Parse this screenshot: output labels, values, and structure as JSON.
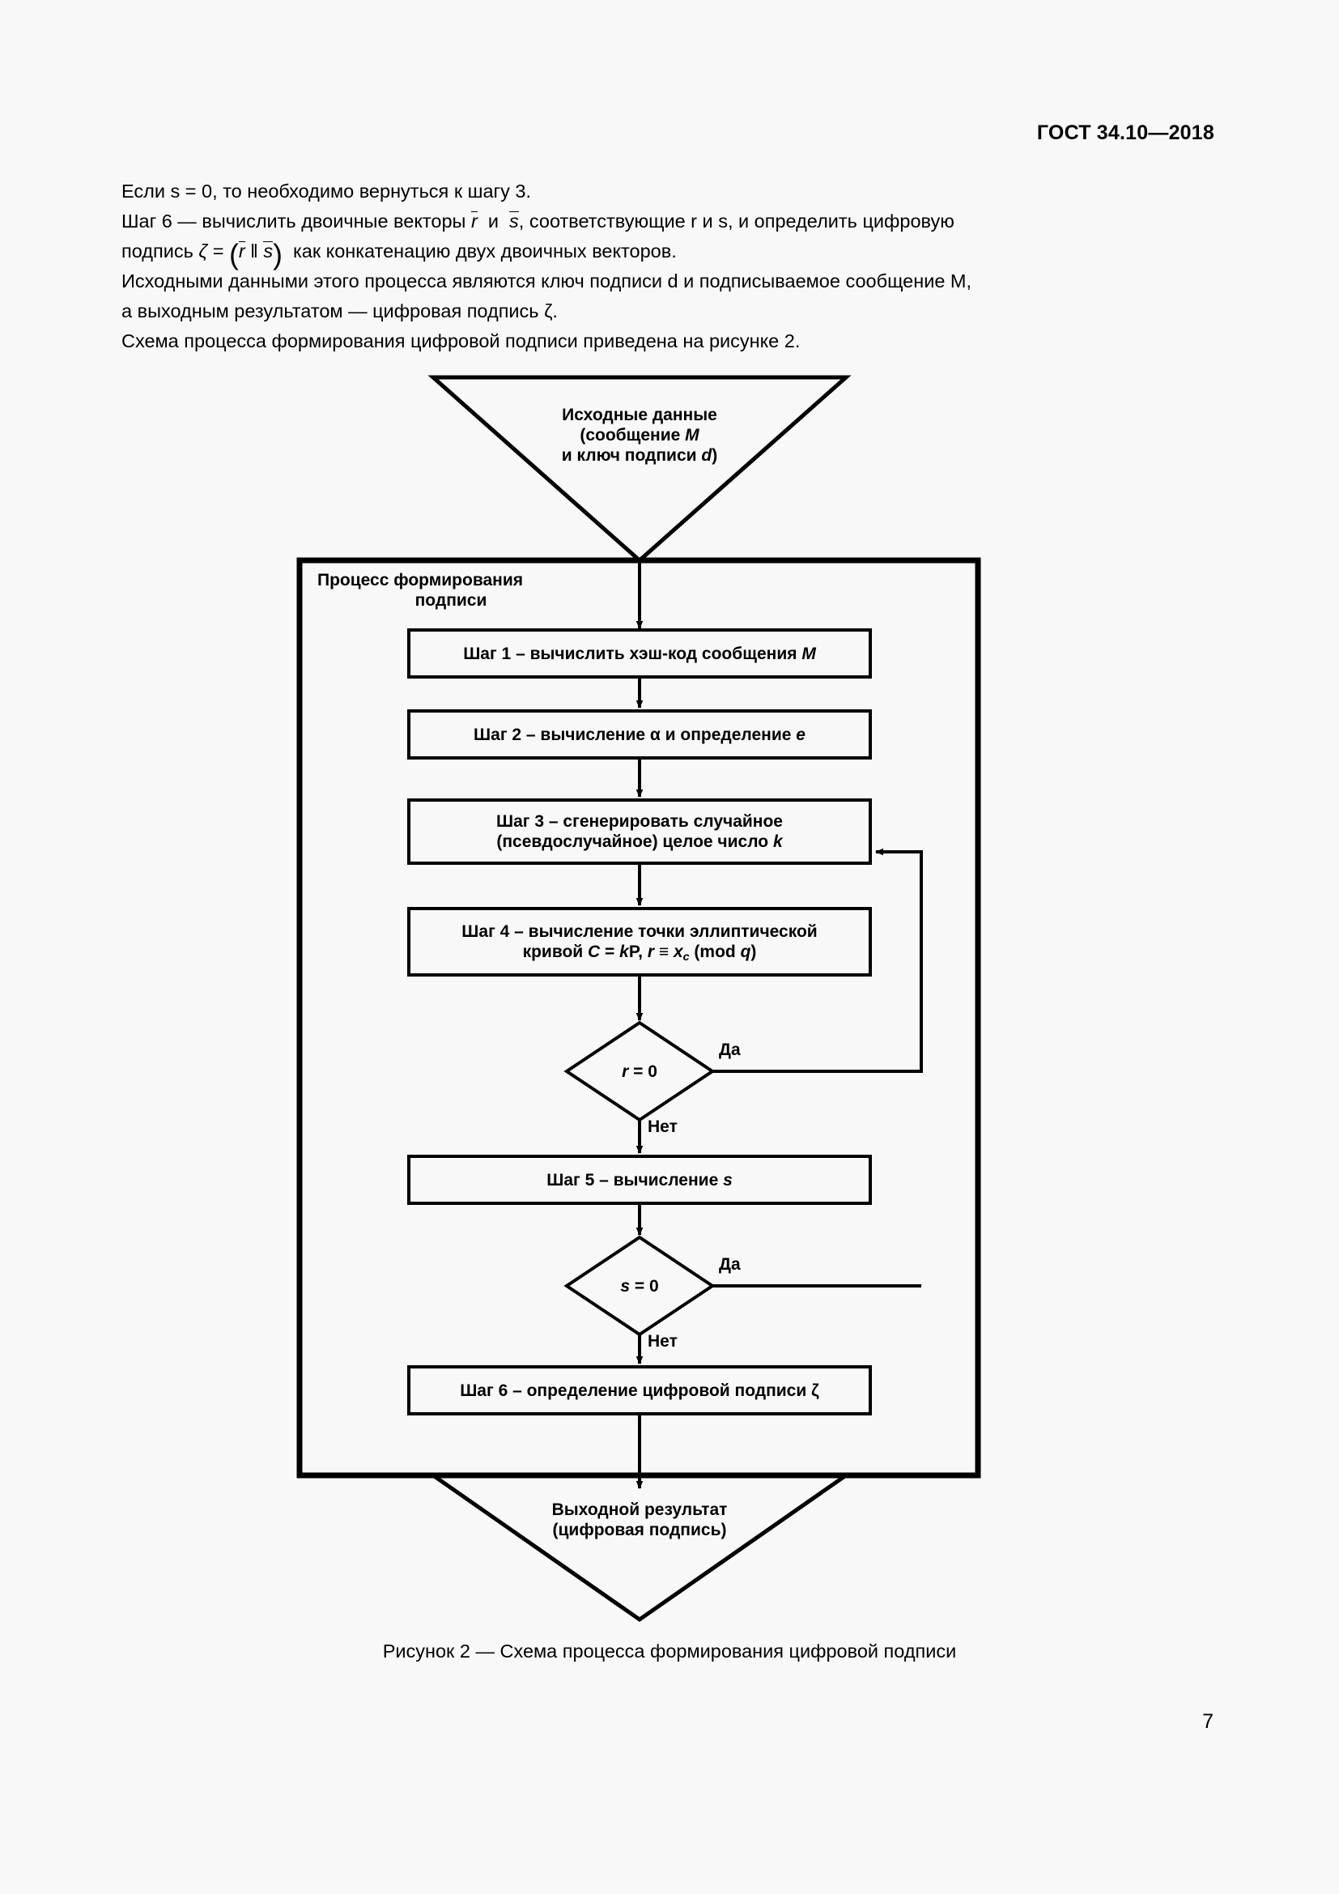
{
  "header": {
    "standard_code": "ГОСТ 34.10—2018"
  },
  "body": {
    "line_1": "Если s = 0, то необходимо вернуться к шагу 3.",
    "line_2_a": "Шаг 6 — вычислить двоичные векторы",
    "line_2_r": "r",
    "line_2_and": "и",
    "line_2_s": "s",
    "line_2_b": ", соответствующие r и s, и определить цифровую",
    "line_3_a": "подпись",
    "line_3_zeta": "ζ",
    "line_3_eq": "=",
    "line_3_rbar": "r",
    "line_3_bars": "‖",
    "line_3_sbar": "s",
    "line_3_b": "как конкатенацию двух двоичных векторов.",
    "line_4": "Исходными данными этого процесса являются ключ подписи d и подписываемое сообщение M,",
    "line_5": "а выходным результатом — цифровая подпись ζ.",
    "line_6": "Схема процесса формирования цифровой подписи приведена на рисунке 2."
  },
  "flowchart": {
    "input_triangle": {
      "line1": "Исходные данные",
      "line2": "(сообщение M",
      "line3": "и ключ подписи d)"
    },
    "process_box_title": {
      "line1": "Процесс формирования",
      "line2": "подписи"
    },
    "steps": [
      {
        "id": "step-1",
        "line1": "Шаг 1 – вычислить хэш-код сообщения M"
      },
      {
        "id": "step-2",
        "line1": "Шаг 2 – вычисление α и определение e"
      },
      {
        "id": "step-3",
        "line1": "Шаг 3 – сгенерировать случайное",
        "line2": "(псевдослучайное) целое число k"
      },
      {
        "id": "step-4",
        "line1": "Шаг 4 – вычисление точки эллиптической",
        "line2": "кривой C = kP, r ≡ x",
        "line2_sub": "c",
        "line2_tail": " (mod q)"
      },
      {
        "id": "step-5",
        "line1": "Шаг 5 – вычисление s"
      },
      {
        "id": "step-6",
        "line1": "Шаг 6 – определение цифровой подписи ζ"
      }
    ],
    "decisions": [
      {
        "id": "decision-r",
        "condition": "r = 0",
        "yes_label": "Да",
        "no_label": "Нет"
      },
      {
        "id": "decision-s",
        "condition": "s = 0",
        "yes_label": "Да",
        "no_label": "Нет"
      }
    ],
    "output_triangle": {
      "line1": "Выходной результат",
      "line2": "(цифровая подпись)"
    }
  },
  "caption": "Рисунок 2 — Схема процесса формирования цифровой подписи",
  "page_number": "7",
  "colors": {
    "page_background": "#f8f8f8",
    "ink": "#000000"
  }
}
